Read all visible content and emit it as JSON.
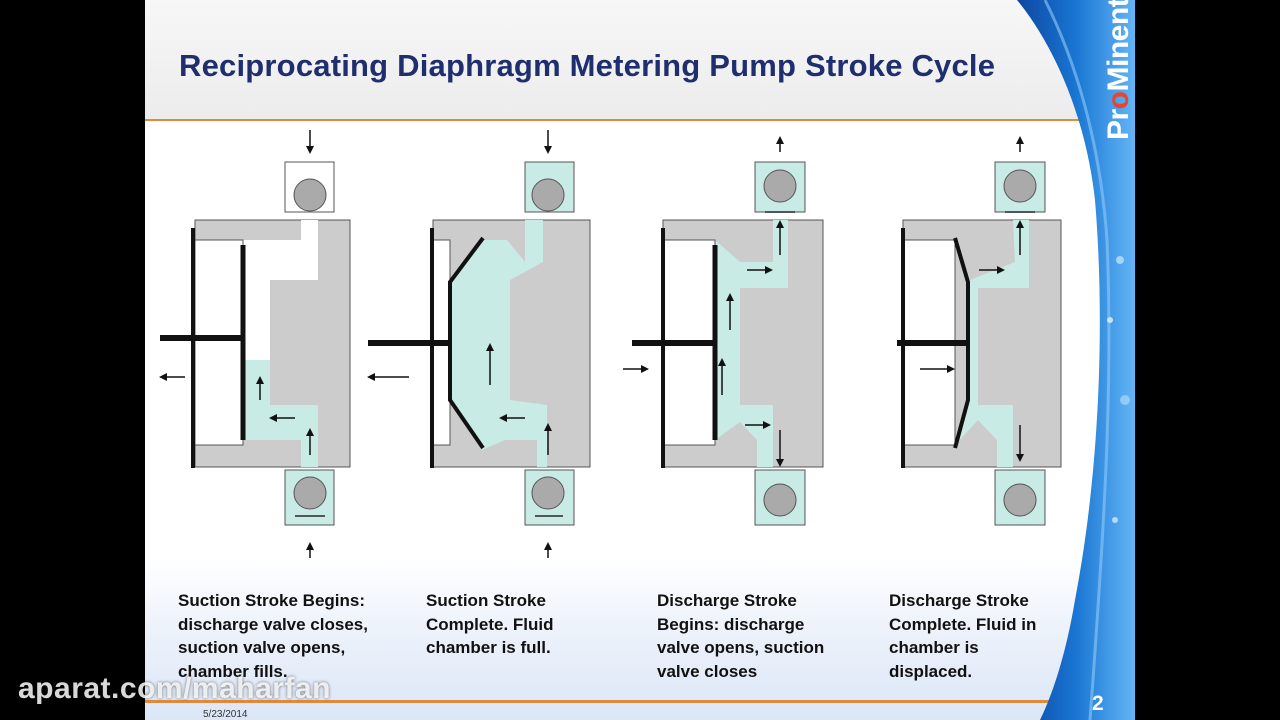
{
  "slide": {
    "title": "Reciprocating Diaphragm Metering Pump Stroke Cycle",
    "date": "5/23/2014",
    "page_number": "2",
    "logo": {
      "part1": "Pr",
      "part2": "o",
      "part3": "Minent"
    }
  },
  "watermark": "aparat.com/maharfan",
  "stages": [
    {
      "lines": [
        "Suction Stroke Begins:",
        "discharge valve closes,",
        "suction valve opens,",
        "chamber fills."
      ]
    },
    {
      "lines": [
        "Suction Stroke",
        "Complete.  Fluid",
        "chamber is full."
      ]
    },
    {
      "lines": [
        "Discharge Stroke",
        "Begins: discharge",
        "valve opens, suction",
        "valve closes"
      ]
    },
    {
      "lines": [
        "Discharge Stroke",
        "Complete.  Fluid  in",
        "chamber is",
        "displaced."
      ]
    }
  ],
  "colors": {
    "title": "#1f2e6e",
    "accent_rule": "#e08a3c",
    "fluid": "#c8ebe6",
    "body_gray": "#cccccc",
    "wave_blue": "#1565c0"
  }
}
